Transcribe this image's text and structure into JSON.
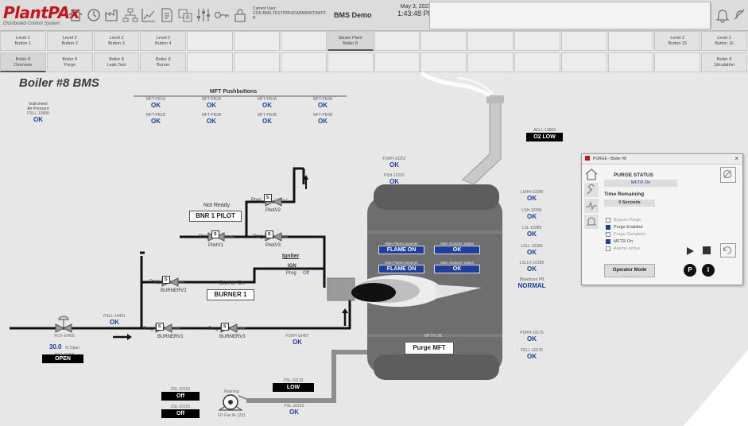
{
  "header": {
    "logo": "PlantPAx",
    "logo_sub": "Distributed Control System",
    "user_label": "Current User:",
    "user_name": "COS-BMS-TESTDRIVE\\ADMINISTRATOR",
    "title": "BMS Demo",
    "date": "May 3, 2023",
    "time": "1:43:48 PM"
  },
  "nav_row1": [
    {
      "line1": "Level 2",
      "line2": "Button 1"
    },
    {
      "line1": "Level 2",
      "line2": "Button 2"
    },
    {
      "line1": "Level 2",
      "line2": "Button 3"
    },
    {
      "line1": "Level 2",
      "line2": "Button 4"
    },
    {
      "line1": "",
      "line2": ""
    },
    {
      "line1": "",
      "line2": ""
    },
    {
      "line1": "",
      "line2": ""
    },
    {
      "line1": "Steam Plant",
      "line2": "Boiler 8"
    },
    {
      "line1": "",
      "line2": ""
    },
    {
      "line1": "",
      "line2": ""
    },
    {
      "line1": "",
      "line2": ""
    },
    {
      "line1": "",
      "line2": ""
    },
    {
      "line1": "",
      "line2": ""
    },
    {
      "line1": "",
      "line2": ""
    },
    {
      "line1": "Level 2",
      "line2": "Button 15"
    },
    {
      "line1": "Level 2",
      "line2": "Button 16"
    }
  ],
  "nav_row2": [
    {
      "line1": "Boiler 8",
      "line2": "Overview"
    },
    {
      "line1": "Boiler 8",
      "line2": "Purge"
    },
    {
      "line1": "Boiler 8",
      "line2": "Leak Test"
    },
    {
      "line1": "Boiler 8",
      "line2": "Burner"
    },
    {
      "line1": "",
      "line2": ""
    },
    {
      "line1": "",
      "line2": ""
    },
    {
      "line1": "",
      "line2": ""
    },
    {
      "line1": "",
      "line2": ""
    },
    {
      "line1": "",
      "line2": ""
    },
    {
      "line1": "",
      "line2": ""
    },
    {
      "line1": "",
      "line2": ""
    },
    {
      "line1": "",
      "line2": ""
    },
    {
      "line1": "",
      "line2": ""
    },
    {
      "line1": "",
      "line2": ""
    },
    {
      "line1": "",
      "line2": ""
    },
    {
      "line1": "Boiler 8",
      "line2": "Simulation"
    }
  ],
  "page_title": "Boiler #8 BMS",
  "inst_air": {
    "label1": "Instrument",
    "label2": "Air Pressure",
    "tag": "PSLL-10886",
    "value": "OK"
  },
  "mft": {
    "title": "MFT Pushbuttons",
    "items": [
      {
        "tag": "MFT-PB1A",
        "value": "OK"
      },
      {
        "tag": "MFT-PB2A",
        "value": "OK"
      },
      {
        "tag": "MFT-PB3A",
        "value": "OK"
      },
      {
        "tag": "MFT-PB4A",
        "value": "OK"
      },
      {
        "tag": "MFT-PB1B",
        "value": "OK"
      },
      {
        "tag": "MFT-PB2B",
        "value": "OK"
      },
      {
        "tag": "MFT-PB3B",
        "value": "OK"
      },
      {
        "tag": "MFT-PB4B",
        "value": "OK"
      }
    ]
  },
  "o2": {
    "tag": "AELL-10869",
    "value": "O2 LOW"
  },
  "pilot": {
    "status": "Not Ready",
    "label": "BNR 1 PILOT"
  },
  "burner": {
    "status": "Burner On",
    "label": "BURNER 1"
  },
  "valves": {
    "pilotv1": {
      "mode": "Prog",
      "state": "Closed",
      "name": "PilotV1"
    },
    "pilotv2": {
      "mode": "Prog",
      "state": "Opened",
      "name": "PilotV2"
    },
    "pilotv3": {
      "mode": "Prog",
      "state": "Closed",
      "name": "PilotV3"
    },
    "burnerv2": {
      "mode": "Prog",
      "state": "Closed",
      "name": "BURNERV2"
    },
    "burnerv1": {
      "mode": "Prog",
      "state": "Opened",
      "name": "BURNERV1"
    },
    "burnerv3": {
      "mode": "Prog",
      "state": "Opened",
      "name": "BURNERV3"
    }
  },
  "igniter": {
    "label": "Igniter",
    "state": "IGN",
    "mode": "Prog",
    "mode_state": "Off"
  },
  "fuel_pressure": {
    "tag": "PSLL-10401",
    "value": "OK"
  },
  "fcv": {
    "tag": "FCV-10405",
    "value": "30.0",
    "unit": "% Open",
    "tag2": "ZSO-10405",
    "state": "OPEN"
  },
  "fsh_10252": {
    "tag": "FSHH-10252",
    "value": "OK"
  },
  "psh_10292": {
    "tag": "PSH-10292",
    "value": "OK"
  },
  "flame_scanners": [
    {
      "tag": "Main Flame Scanner",
      "value": "FLAME ON"
    },
    {
      "tag": "Main Scanner Status",
      "value": "OK"
    },
    {
      "tag": "Main Flame Scanner",
      "value": "FLAME ON"
    },
    {
      "tag": "Main Scanner Status",
      "value": "OK"
    }
  ],
  "right_status": [
    {
      "tag": "LSHH-10286",
      "value": "OK"
    },
    {
      "tag": "LSH-10286",
      "value": "OK"
    },
    {
      "tag": "LSL-10286",
      "value": "OK"
    },
    {
      "tag": "LSLL-10286",
      "value": "OK"
    },
    {
      "tag": "LSLLX-10286",
      "value": "OK"
    }
  ],
  "blowdown": {
    "label": "Blowdown PB",
    "value": "NORMAL"
  },
  "psh_10176": {
    "tag": "PSHH-10176",
    "value": "OK"
  },
  "pell_10176": {
    "tag": "PELL-10176",
    "value": "OK"
  },
  "mftr": {
    "label": "MFTR OK",
    "button": "Purge MFT"
  },
  "fsh_10457": {
    "tag": "FSHH-10457",
    "value": "OK"
  },
  "psl_10132": {
    "tag": "PSL-10132",
    "value": "LOW"
  },
  "fsl_10192": {
    "tag": "FSL-10192",
    "value": "OK"
  },
  "zsc_10191": {
    "tag": "ZSL-10191",
    "value": "Off"
  },
  "zsl_10191": {
    "tag": "ZSL-10191",
    "value": "Off"
  },
  "fan": {
    "status": "Running",
    "tag": "FD Fan M-1201"
  },
  "faceplate": {
    "title": "PURGE - Boiler #8",
    "status_label": "PURGE STATUS",
    "status_value": "MFTR On",
    "remaining_label": "Time Remaining",
    "remaining_value": "0",
    "remaining_unit": "Seconds",
    "checks": [
      {
        "label": "Bypass Purge",
        "on": false
      },
      {
        "label": "Purge Enabled",
        "on": true
      },
      {
        "label": "Purge Complete",
        "on": false
      },
      {
        "label": "MFTR On",
        "on": true
      },
      {
        "label": "Alarms active",
        "on": false
      }
    ],
    "operator_mode": "Operator Mode",
    "badge_p": "P",
    "badge_i": "I"
  }
}
